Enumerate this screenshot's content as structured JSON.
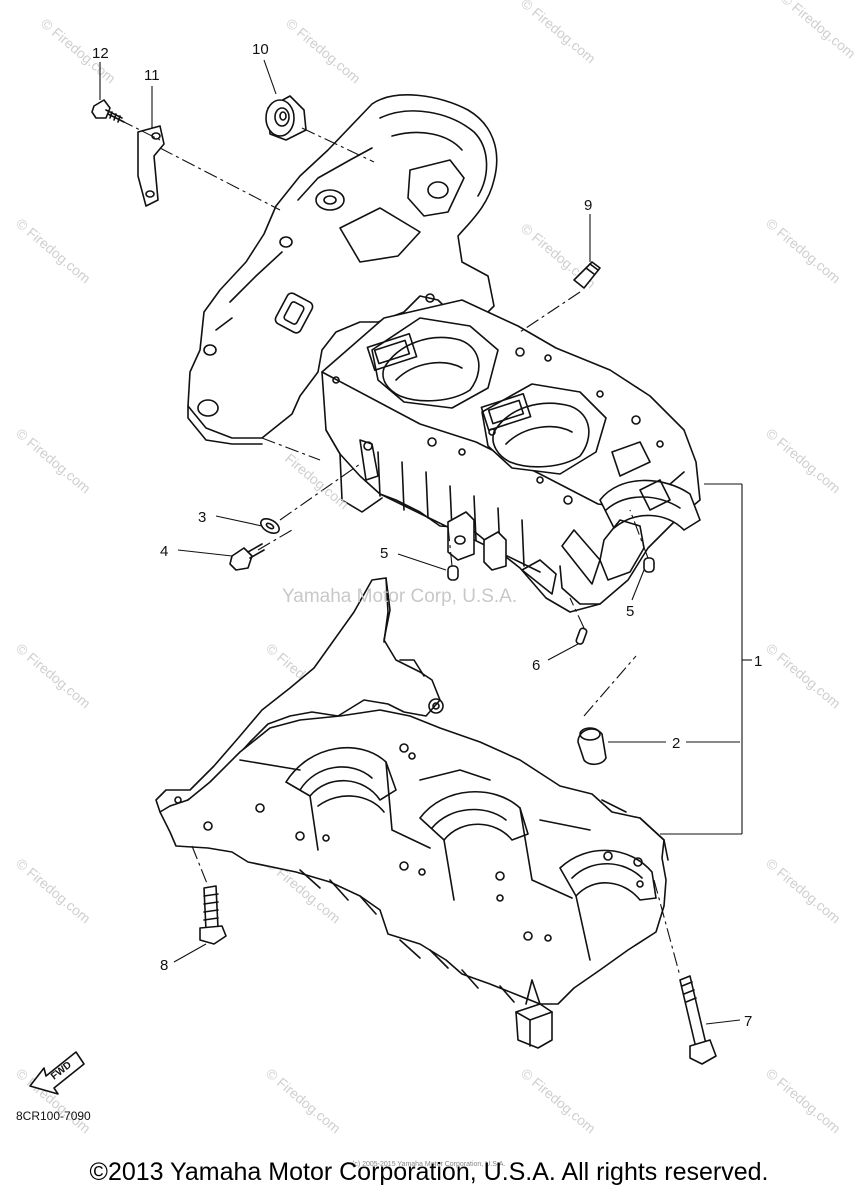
{
  "parts": [
    {
      "id": "p1",
      "label": "1"
    },
    {
      "id": "p2",
      "label": "2"
    },
    {
      "id": "p3",
      "label": "3"
    },
    {
      "id": "p4",
      "label": "4"
    },
    {
      "id": "p5a",
      "label": "5"
    },
    {
      "id": "p5b",
      "label": "5"
    },
    {
      "id": "p6",
      "label": "6"
    },
    {
      "id": "p7",
      "label": "7"
    },
    {
      "id": "p8",
      "label": "8"
    },
    {
      "id": "p9",
      "label": "9"
    },
    {
      "id": "p10",
      "label": "10"
    },
    {
      "id": "p11",
      "label": "11"
    },
    {
      "id": "p12",
      "label": "12"
    }
  ],
  "fwd_label": "FWD",
  "diagram_code": "8CR100-7090",
  "watermark": {
    "site": "© Firedog.com",
    "center_text": "Yamaha Motor Corp, U.S.A.",
    "small_site": "Firedog.com",
    "tiny_copyright": "(c) 2005-2015 Yamaha Motor Corporation, U.S.A."
  },
  "copyright": "©2013 Yamaha Motor Corporation, U.S.A. All rights reserved."
}
